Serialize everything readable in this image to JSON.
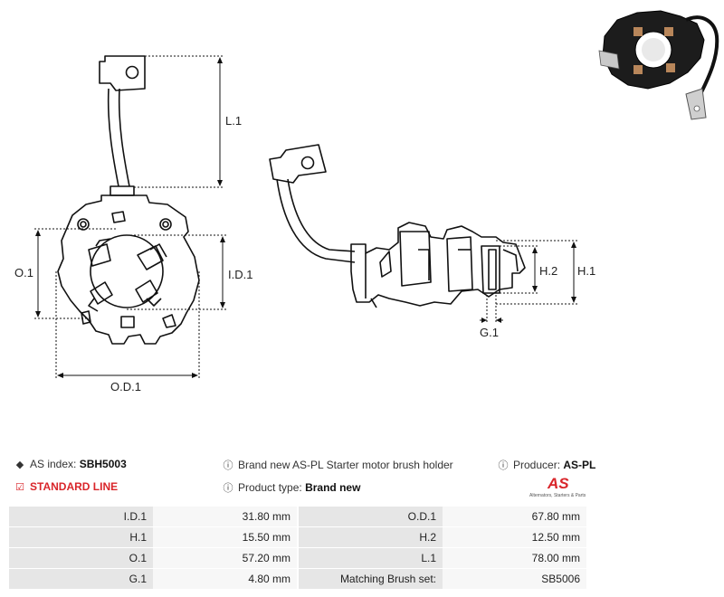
{
  "dimensions": {
    "L1": "L.1",
    "ID1": "I.D.1",
    "O1": "O.1",
    "OD1": "O.D.1",
    "H1": "H.1",
    "H2": "H.2",
    "G1": "G.1"
  },
  "info": {
    "as_index_label": "AS index:",
    "as_index_value": "SBH5003",
    "line": "STANDARD LINE",
    "description": "Brand new AS-PL Starter motor brush holder",
    "product_type_label": "Product type:",
    "product_type_value": "Brand new",
    "producer_label": "Producer:",
    "producer_value": "AS-PL",
    "logo_text": "AS",
    "logo_tagline": "Alternators, Starters & Parts"
  },
  "specs": [
    {
      "l1": "I.D.1",
      "v1": "31.80 mm",
      "l2": "O.D.1",
      "v2": "67.80 mm"
    },
    {
      "l1": "H.1",
      "v1": "15.50 mm",
      "l2": "H.2",
      "v2": "12.50 mm"
    },
    {
      "l1": "O.1",
      "v1": "57.20 mm",
      "l2": "L.1",
      "v2": "78.00 mm"
    },
    {
      "l1": "G.1",
      "v1": "4.80 mm",
      "l2": "Matching Brush set:",
      "v2": "SB5006"
    }
  ],
  "colors": {
    "accent": "#d9252a",
    "label_bg": "#e6e6e6",
    "value_bg": "#f7f7f7"
  },
  "icons": {
    "tag": "tag-icon",
    "check": "check-square-icon",
    "info": "info-circle-icon"
  }
}
